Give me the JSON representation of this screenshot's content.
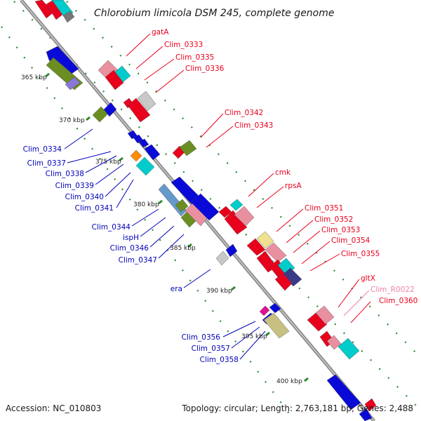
{
  "title": "Chlorobium limicola DSM 245, complete genome",
  "footer": {
    "accession": "Accession: NC_010803",
    "topology": "Topology: circular; Length: 2,763,181 bp; Genes: 2,488"
  },
  "ticks": [
    "365 kbp",
    "370 kbp",
    "375 kbp",
    "380 kbp",
    "385 kbp",
    "390 kbp",
    "395 kbp",
    "400 kbp"
  ],
  "colors": {
    "forward_label": "#e8001c",
    "reverse_label": "#0000b8",
    "rrna_label": "#f080a8",
    "axis": "#8c8c8c",
    "dots": "#2c8a2c"
  },
  "forward_genes": [
    "gatA",
    "Clim_0333",
    "Clim_0335",
    "Clim_0336",
    "Clim_0342",
    "Clim_0343",
    "cmk",
    "rpsA",
    "Clim_0351",
    "Clim_0352",
    "Clim_0353",
    "Clim_0354",
    "Clim_0355",
    "gltX",
    "Clim_R0022",
    "Clim_0360"
  ],
  "reverse_genes": [
    "Clim_0334",
    "Clim_0337",
    "Clim_0338",
    "Clim_0339",
    "Clim_0340",
    "Clim_0341",
    "Clim_0344",
    "ispH",
    "Clim_0346",
    "Clim_0347",
    "era",
    "Clim_0356",
    "Clim_0357",
    "Clim_0358"
  ]
}
